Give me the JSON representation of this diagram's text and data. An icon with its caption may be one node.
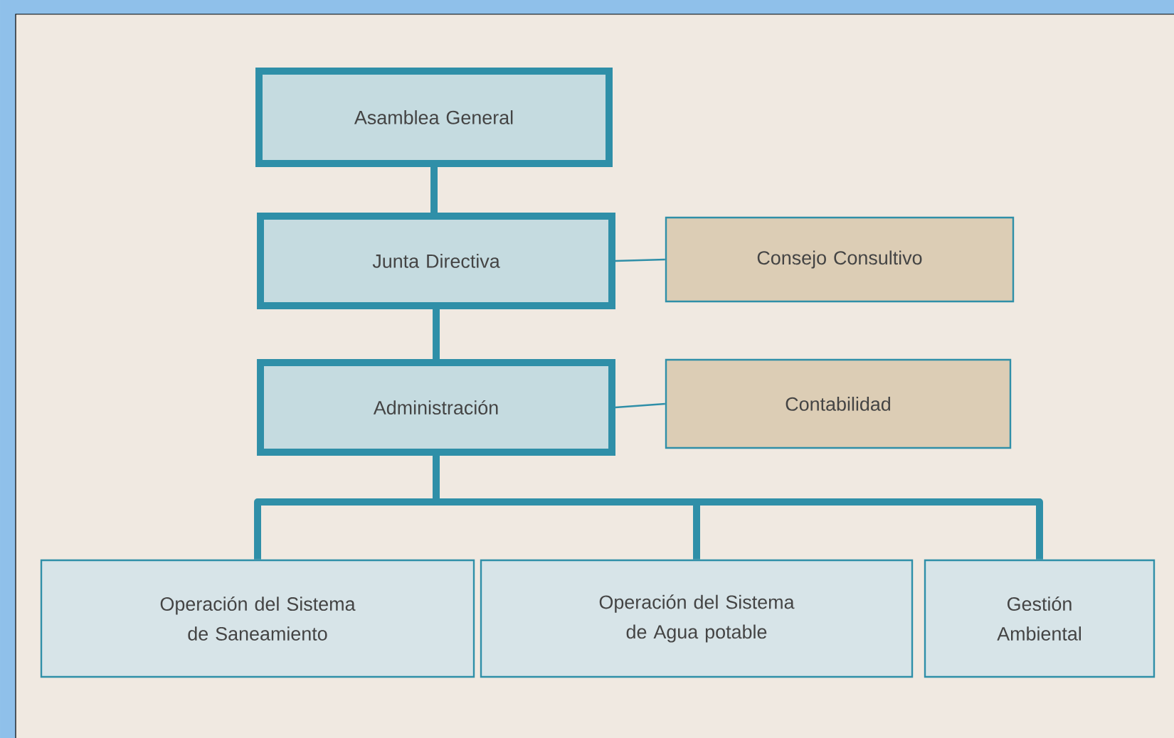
{
  "diagram": {
    "nodes": [
      {
        "text": [
          "Asamblea General"
        ]
      },
      {
        "text": [
          "Junta Directiva"
        ]
      },
      {
        "text": [
          "Consejo Consultivo"
        ]
      },
      {
        "text": [
          "Administración"
        ]
      },
      {
        "text": [
          "Contabilidad"
        ]
      },
      {
        "text": [
          "Operación del Sistema de Saneamiento"
        ]
      },
      {
        "text": [
          "Operación del Sistema de Agua potable"
        ]
      },
      {
        "text": [
          "Gestión Ambiental"
        ]
      }
    ],
    "edges": [
      {
        "from": 0,
        "to": 1,
        "arrow": "none"
      },
      {
        "from": 1,
        "to": 2,
        "arrow": "none"
      },
      {
        "from": 1,
        "to": 3,
        "arrow": "none"
      },
      {
        "from": 3,
        "to": 4,
        "arrow": "none"
      },
      {
        "from": 3,
        "to": 5,
        "arrow": "none"
      },
      {
        "from": 3,
        "to": 6,
        "arrow": "none"
      },
      {
        "from": 3,
        "to": 7,
        "arrow": "none"
      }
    ]
  }
}
